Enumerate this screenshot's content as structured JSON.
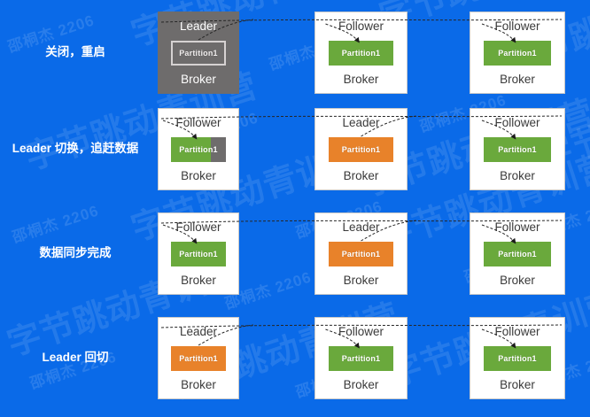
{
  "page": {
    "background_color": "#0a6ae8",
    "title": "Kafka Leader failover sequence diagram"
  },
  "watermark": {
    "texts": [
      "邵桐杰 2206",
      "字节跳动青训营"
    ],
    "color": "#ffffff"
  },
  "legend": {
    "leader_color": "#e8822a",
    "follower_color": "#6aa93c",
    "offline_color": "#6e6c6c",
    "box_color": "#ffffff"
  },
  "rows": [
    {
      "label": "关闭，重启",
      "brokers": [
        {
          "role": "Leader",
          "broker_label": "Broker",
          "partition_label": "Partition1",
          "box_state": "offline",
          "partition_state": "outline",
          "fill_percent": 0
        },
        {
          "role": "Follower",
          "broker_label": "Broker",
          "partition_label": "Partition1",
          "box_state": "online",
          "partition_state": "follower",
          "fill_percent": 100
        },
        {
          "role": "Follower",
          "broker_label": "Broker",
          "partition_label": "Partition1",
          "box_state": "online",
          "partition_state": "follower",
          "fill_percent": 100
        }
      ]
    },
    {
      "label": "Leader 切换，追赶数据",
      "brokers": [
        {
          "role": "Follower",
          "broker_label": "Broker",
          "partition_label": "Partition1",
          "box_state": "online",
          "partition_state": "catching-up",
          "fill_percent": 72
        },
        {
          "role": "Leader",
          "broker_label": "Broker",
          "partition_label": "Partition1",
          "box_state": "online",
          "partition_state": "leader",
          "fill_percent": 100
        },
        {
          "role": "Follower",
          "broker_label": "Broker",
          "partition_label": "Partition1",
          "box_state": "online",
          "partition_state": "follower",
          "fill_percent": 100
        }
      ]
    },
    {
      "label": "数据同步完成",
      "brokers": [
        {
          "role": "Follower",
          "broker_label": "Broker",
          "partition_label": "Partition1",
          "box_state": "online",
          "partition_state": "follower",
          "fill_percent": 100
        },
        {
          "role": "Leader",
          "broker_label": "Broker",
          "partition_label": "Partition1",
          "box_state": "online",
          "partition_state": "leader",
          "fill_percent": 100
        },
        {
          "role": "Follower",
          "broker_label": "Broker",
          "partition_label": "Partition1",
          "box_state": "online",
          "partition_state": "follower",
          "fill_percent": 100
        }
      ]
    },
    {
      "label": "Leader 回切",
      "brokers": [
        {
          "role": "Leader",
          "broker_label": "Broker",
          "partition_label": "Partition1",
          "box_state": "online",
          "partition_state": "leader",
          "fill_percent": 100
        },
        {
          "role": "Follower",
          "broker_label": "Broker",
          "partition_label": "Partition1",
          "box_state": "online",
          "partition_state": "follower",
          "fill_percent": 100
        },
        {
          "role": "Follower",
          "broker_label": "Broker",
          "partition_label": "Partition1",
          "box_state": "online",
          "partition_state": "follower",
          "fill_percent": 100
        }
      ]
    }
  ]
}
